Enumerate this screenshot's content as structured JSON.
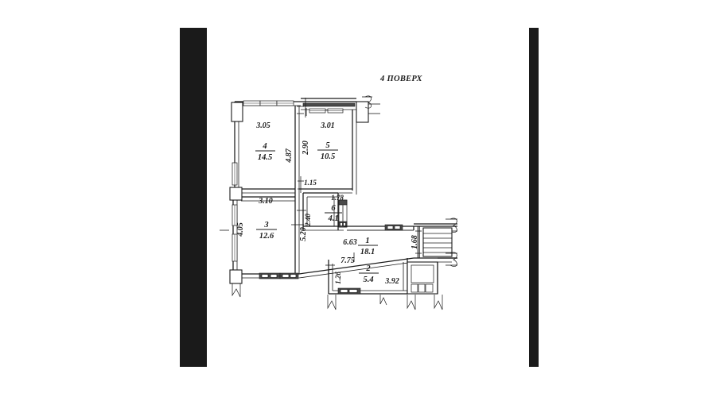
{
  "document": {
    "title": "4 ПОВЕРХ",
    "type": "apartment-floor-plan",
    "units": "meters",
    "line_color": "#1b1b1b",
    "background_color": "#ffffff",
    "sidebar_color": "#1a1a1a"
  },
  "rooms": [
    {
      "number": "1",
      "area": "18.1"
    },
    {
      "number": "2",
      "area": "5.4"
    },
    {
      "number": "3",
      "area": "12.6"
    },
    {
      "number": "4",
      "area": "14.5"
    },
    {
      "number": "5",
      "area": "10.5"
    },
    {
      "number": "6",
      "area": "4.1"
    }
  ],
  "dimensions": {
    "room4_width": "3.05",
    "room4_height": "4.87",
    "room5_width": "3.01",
    "room5_height": "2.90",
    "room3_width": "3.10",
    "room3_left": "4.05",
    "room3_right": "5.20",
    "hall_notch": "1.15",
    "room6_width": "1.78",
    "room6_height": "2.40",
    "corridor_top": "6.63",
    "corridor_bottom": "7.75",
    "corridor_short": "1.26",
    "stair_width": "1.68",
    "room2_right": "3.92"
  }
}
